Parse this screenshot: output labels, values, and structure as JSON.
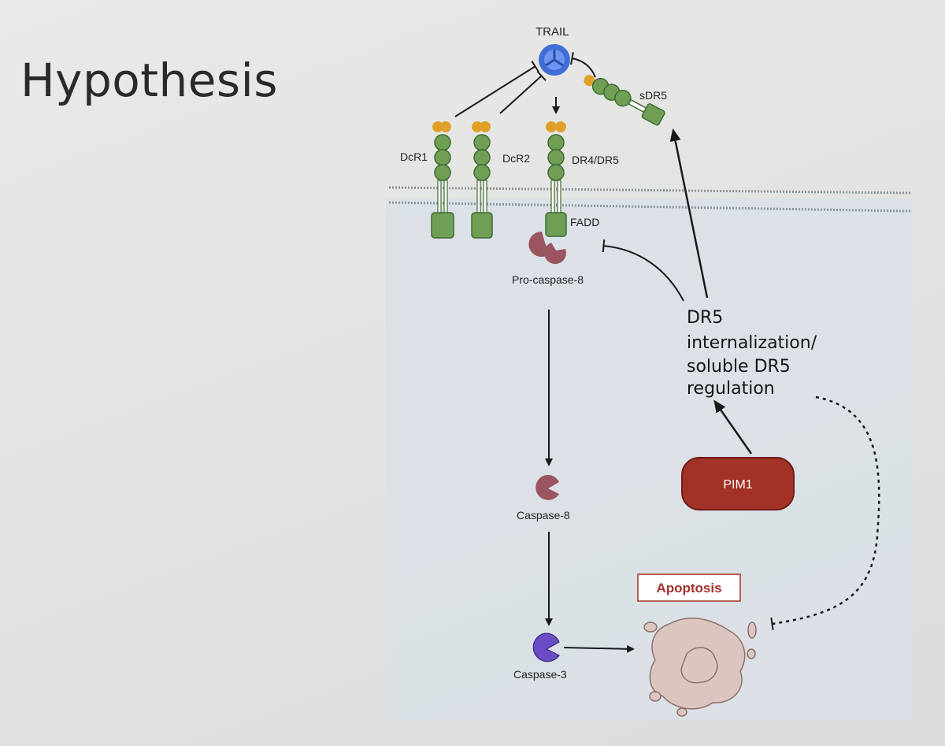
{
  "slide": {
    "title": "Hypothesis"
  },
  "diagram": {
    "trail": "TRAIL",
    "sdr5": "sDR5",
    "dcr1": "DcR1",
    "dcr2": "DcR2",
    "dr4_dr5": "DR4/DR5",
    "fadd": "FADD",
    "pro_caspase8": "Pro-caspase-8",
    "caspase8": "Caspase-8",
    "caspase3": "Caspase-3",
    "dr5_regulation_lines": [
      "DR5",
      "internalization/",
      "soluble DR5",
      "regulation"
    ],
    "pim1": "PIM1",
    "apoptosis": "Apoptosis"
  },
  "colors": {
    "receptor_green": "#6f9e55",
    "ligand_tip_orange": "#e0a028",
    "trail_blue": "#3f6fd6",
    "caspase8_mauve": "#9a5560",
    "caspase3_purple": "#6a4cc4",
    "pim1_red": "#a33128",
    "apoptotic_cell": "#dcc5c0"
  }
}
